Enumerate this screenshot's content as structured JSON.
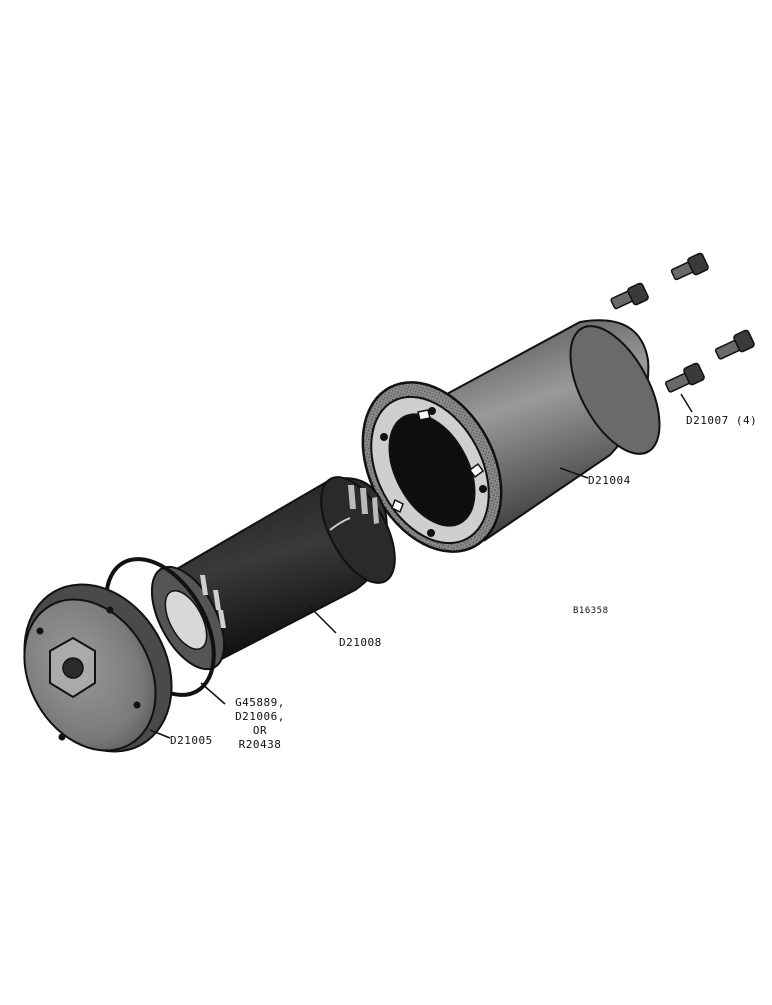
{
  "labels": {
    "bolts": "D21007 (4)",
    "housing": "D21004",
    "element": "D21008",
    "ring": [
      "G45889,",
      "D21006,",
      "OR",
      "R20438"
    ],
    "cover": "D21005",
    "figure_number": "B16358"
  },
  "colors": {
    "ink": "#111111",
    "shade": "#2b2b2b",
    "paper": "#ffffff"
  }
}
